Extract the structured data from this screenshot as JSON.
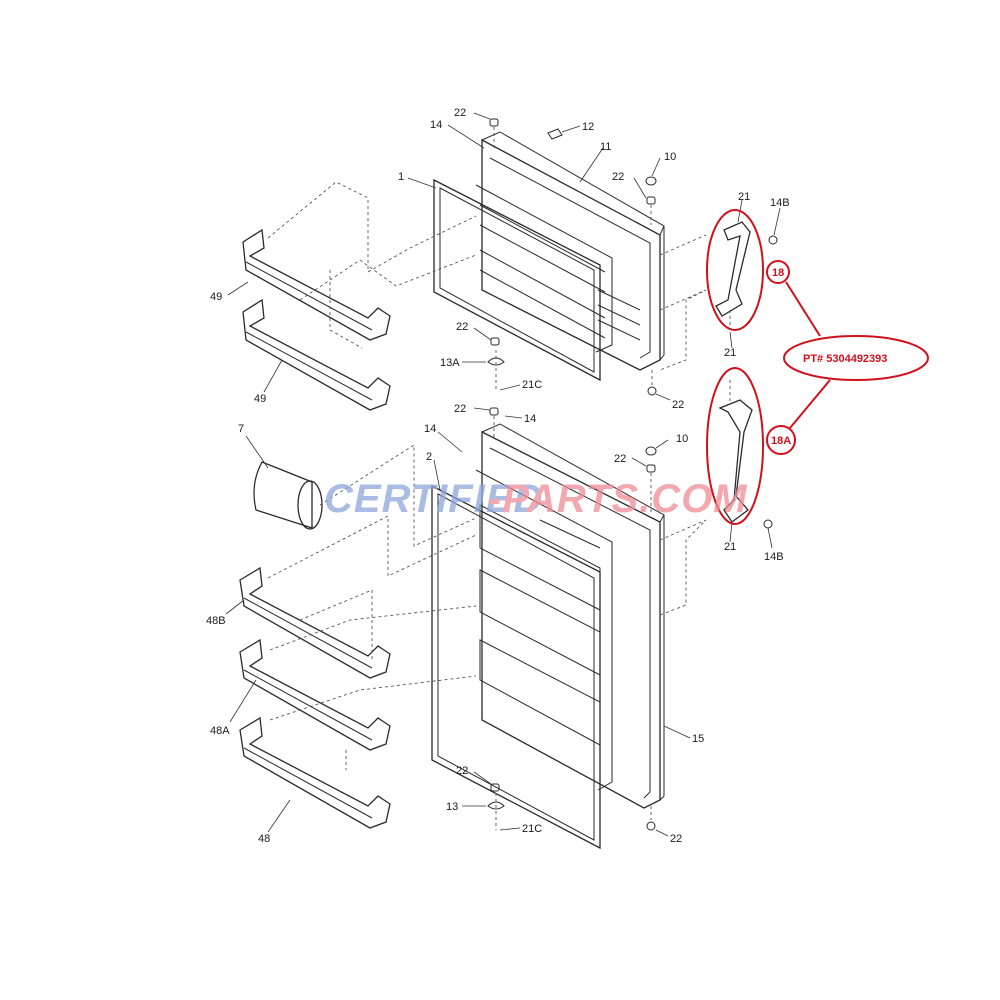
{
  "callouts": {
    "c22_top": "22",
    "c14_top": "14",
    "c12": "12",
    "c11": "11",
    "c10_top": "10",
    "c22_10": "22",
    "c1": "1",
    "c21_top": "21",
    "c14B_top": "14B",
    "c49_a": "49",
    "c49_b": "49",
    "c22_mid": "22",
    "c13A": "13A",
    "c21C_top": "21C",
    "c21_mid": "21",
    "c22_fr": "22",
    "c22_low": "22",
    "c14_low_a": "14",
    "c14_low_b": "14",
    "c10_low": "10",
    "c22_10low": "22",
    "c7": "7",
    "c2": "2",
    "c21_low": "21",
    "c14B_low": "14B",
    "c48B": "48B",
    "c48A": "48A",
    "c48": "48",
    "c15": "15",
    "c22_bot": "22",
    "c13": "13",
    "c21C_bot": "21C",
    "c22_botfr": "22"
  },
  "highlights": {
    "label_18": "18",
    "label_18A": "18A",
    "part_number": "PT# 5304492393"
  },
  "watermark": {
    "part1": "CERTIFIED",
    "part2": "-PARTS.COM"
  },
  "colors": {
    "highlight": "#d0101a",
    "watermark_blue": "#8fa6dc",
    "watermark_red": "#f08a94",
    "line": "#2a2a2a"
  }
}
